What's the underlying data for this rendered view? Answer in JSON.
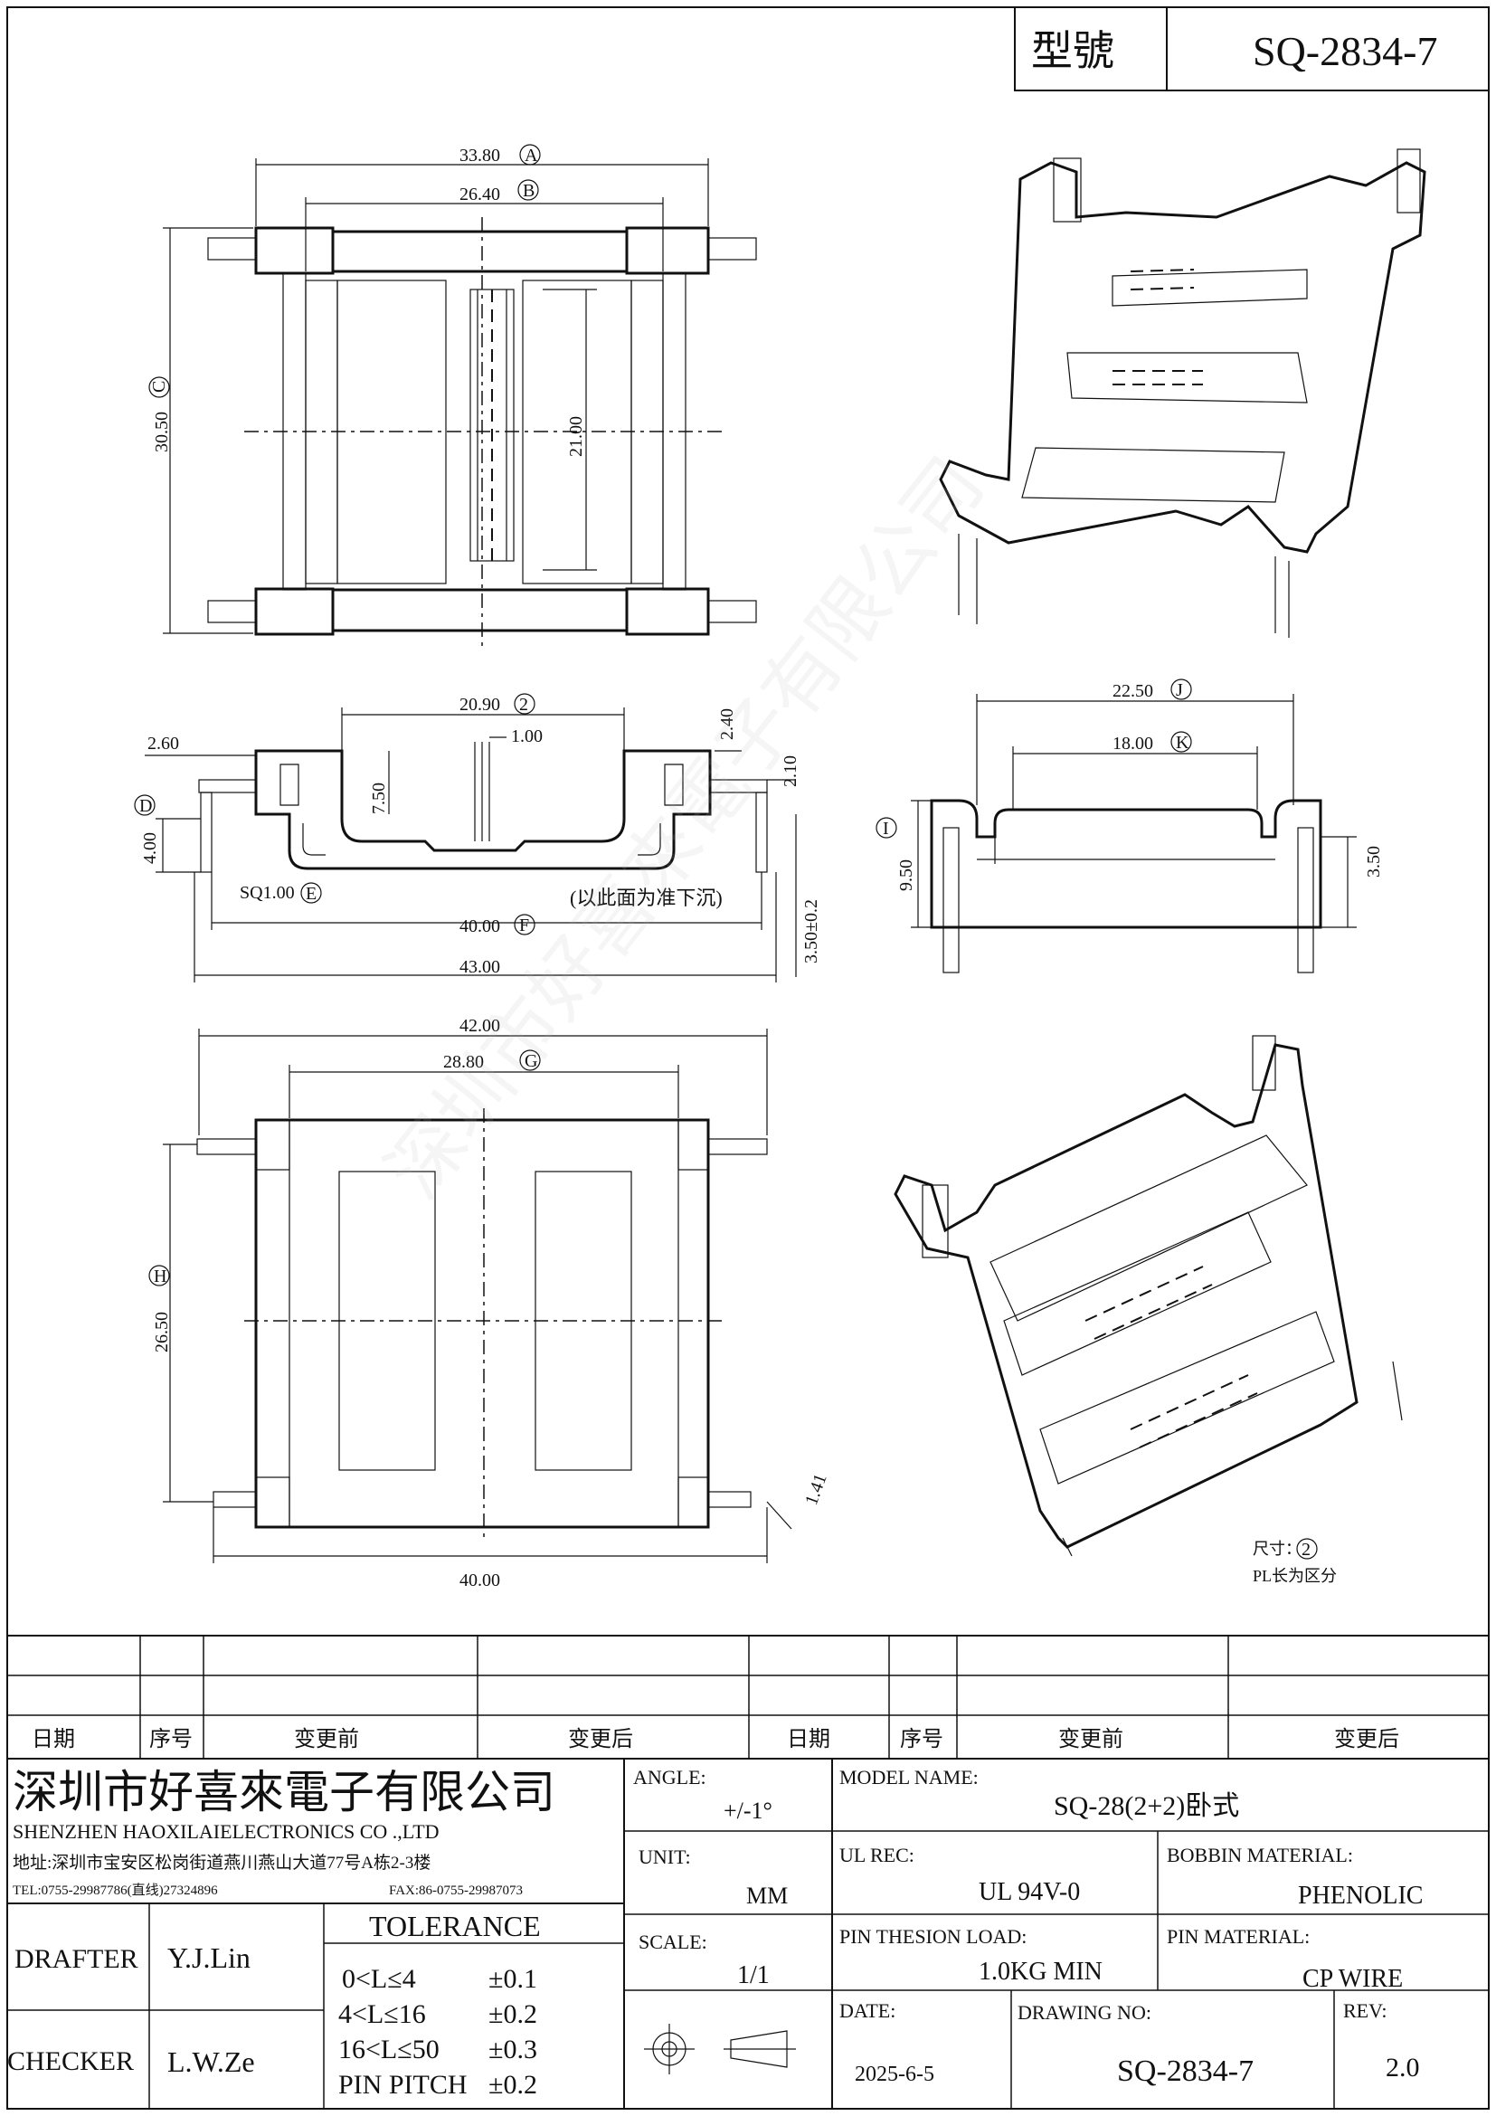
{
  "header": {
    "model_label": "型號",
    "model_value": "SQ-2834-7"
  },
  "dimensions": {
    "top_view": {
      "A": "33.80",
      "A_tag": "A",
      "B": "26.40",
      "B_tag": "B",
      "C": "30.50",
      "C_tag": "C",
      "inner": "21.00"
    },
    "side_view": {
      "d1": "20.90",
      "d1_tag": "2",
      "d2": "1.00",
      "d3": "2.40",
      "d4": "2.60",
      "d5": "2.10",
      "d6": "7.50",
      "D": "4.00",
      "D_tag": "D",
      "E": "SQ1.00",
      "E_tag": "E",
      "F": "40.00",
      "F_tag": "F",
      "d7": "43.00",
      "d8": "3.50±0.2",
      "note": "(以此面为准下沉)"
    },
    "end_view": {
      "J": "22.50",
      "J_tag": "J",
      "K": "18.00",
      "K_tag": "K",
      "I": "9.50",
      "I_tag": "I",
      "d1": "3.50"
    },
    "bottom_view": {
      "d1": "42.00",
      "G": "28.80",
      "G_tag": "G",
      "H": "26.50",
      "H_tag": "H",
      "d2": "1.41",
      "d3": "40.00"
    }
  },
  "notes": {
    "size_note": "尺寸：",
    "size_tag": "2",
    "size_note2": "PL长为区分"
  },
  "watermark": "深圳市好喜來電子有限公司",
  "revision_table": {
    "headers": [
      "日期",
      "序号",
      "变更前",
      "变更后",
      "日期",
      "序号",
      "变更前",
      "变更后"
    ]
  },
  "company": {
    "name_cn": "深圳市好喜來電子有限公司",
    "name_en": "SHENZHEN HAOXILAIELECTRONICS CO .,LTD",
    "address": "地址:深圳市宝安区松岗街道燕川燕山大道77号A栋2-3楼",
    "tel": "TEL:0755-29987786(直线)27324896",
    "fax": "FAX:86-0755-29987073"
  },
  "title_block": {
    "angle_label": "ANGLE:",
    "angle_value": "+/-1°",
    "model_name_label": "MODEL NAME:",
    "model_name_value": "SQ-28(2+2)卧式",
    "unit_label": "UNIT:",
    "unit_value": "MM",
    "ul_label": "UL REC:",
    "ul_value": "UL 94V-0",
    "bobbin_label": "BOBBIN MATERIAL:",
    "bobbin_value": "PHENOLIC",
    "scale_label": "SCALE:",
    "scale_value": "1/1",
    "pin_load_label": "PIN THESION LOAD:",
    "pin_load_value": "1.0KG MIN",
    "pin_mat_label": "PIN MATERIAL:",
    "pin_mat_value": "CP  WIRE",
    "date_label": "DATE:",
    "date_value": "2025-6-5",
    "drawing_no_label": "DRAWING NO:",
    "drawing_no_value": "SQ-2834-7",
    "rev_label": "REV:",
    "rev_value": "2.0",
    "drafter_label": "DRAFTER",
    "drafter_value": "Y.J.Lin",
    "checker_label": "CHECKER",
    "checker_value": "L.W.Ze",
    "tolerance_title": "TOLERANCE",
    "tolerance": [
      {
        "range": "0<L≤4",
        "tol": "±0.1"
      },
      {
        "range": "4<L≤16",
        "tol": "±0.2"
      },
      {
        "range": "16<L≤50",
        "tol": "±0.3"
      },
      {
        "range": "PIN PITCH",
        "tol": "±0.2"
      }
    ]
  }
}
